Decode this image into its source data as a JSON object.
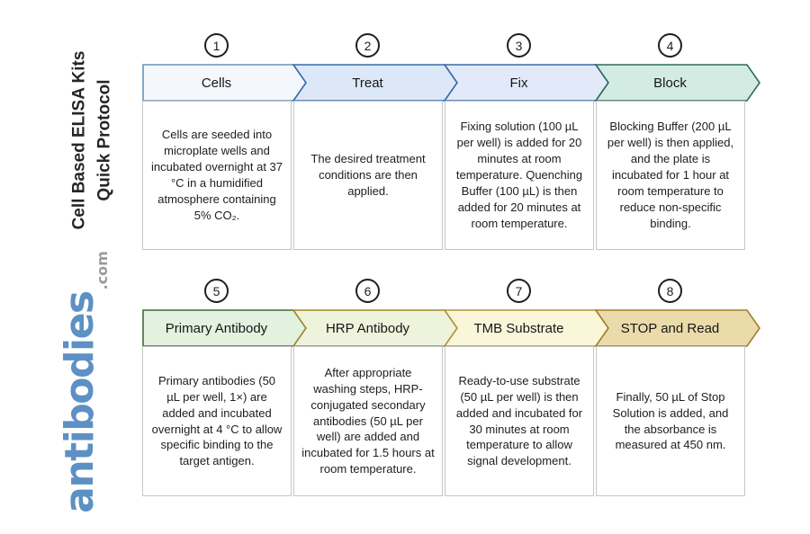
{
  "page": {
    "title_line1": "Cell Based ELISA Kits",
    "title_line2": "Quick Protocol"
  },
  "brand": {
    "name": "antibodies",
    "tld": ".com",
    "name_color": "#5d90c4",
    "tld_color": "#9b9b9b"
  },
  "steps": [
    {
      "number": "1",
      "label": "Cells",
      "description": "Cells are seeded into microplate wells and incubated overnight at 37 °C in a humidified atmosphere containing 5% CO₂.",
      "fill": "#f4f8fc",
      "border": "#6b93b8"
    },
    {
      "number": "2",
      "label": "Treat",
      "description": "The desired treatment conditions are then applied.",
      "fill": "#dce8f8",
      "border": "#3a6ba6"
    },
    {
      "number": "3",
      "label": "Fix",
      "description": "Fixing solution (100 µL per well) is added for 20 minutes at room temperature. Quenching Buffer (100 µL) is then added for 20 minutes at room temperature.",
      "fill": "#e2eaf9",
      "border": "#3a6ba6"
    },
    {
      "number": "4",
      "label": "Block",
      "description": "Blocking Buffer (200 µL per well) is then applied, and the plate is incubated for 1 hour at room temperature to reduce non-specific binding.",
      "fill": "#d2ece4",
      "border": "#2f6a5c"
    },
    {
      "number": "5",
      "label": "Primary Antibody",
      "description": "Primary antibodies (50 µL per well, 1×) are added and incubated overnight at 4 °C to allow specific binding to the target antigen.",
      "fill": "#e3f1df",
      "border": "#3f6f38"
    },
    {
      "number": "6",
      "label": "HRP Antibody",
      "description": "After appropriate washing steps, HRP-conjugated secondary antibodies (50 µL per well) are added and incubated for 1.5 hours at room temperature.",
      "fill": "#eef3db",
      "border": "#a3892f"
    },
    {
      "number": "7",
      "label": "TMB Substrate",
      "description": "Ready-to-use substrate (50 µL per well) is then added and incubated for 30 minutes at room temperature to allow signal development.",
      "fill": "#faf6da",
      "border": "#b3913f"
    },
    {
      "number": "8",
      "label": "STOP and Read",
      "description": "Finally, 50 µL of Stop Solution is added, and the absorbance is measured at 450 nm.",
      "fill": "#ebdbab",
      "border": "#a17e2d"
    }
  ]
}
